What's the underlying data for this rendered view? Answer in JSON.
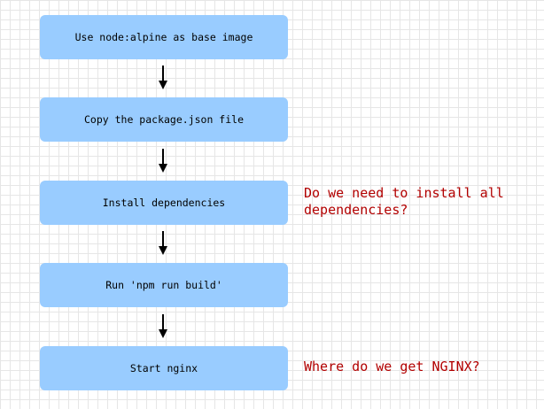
{
  "steps": [
    {
      "label": "Use node:alpine as base image"
    },
    {
      "label": "Copy the package.json file"
    },
    {
      "label": "Install dependencies"
    },
    {
      "label": "Run 'npm run build'"
    },
    {
      "label": "Start nginx"
    }
  ],
  "notes": [
    {
      "text": "Do we need to install all dependencies?"
    },
    {
      "text": "Where do we get NGINX?"
    }
  ],
  "colors": {
    "box_fill": "#99ccff",
    "note_text": "#b20000",
    "arrow": "#000000"
  }
}
